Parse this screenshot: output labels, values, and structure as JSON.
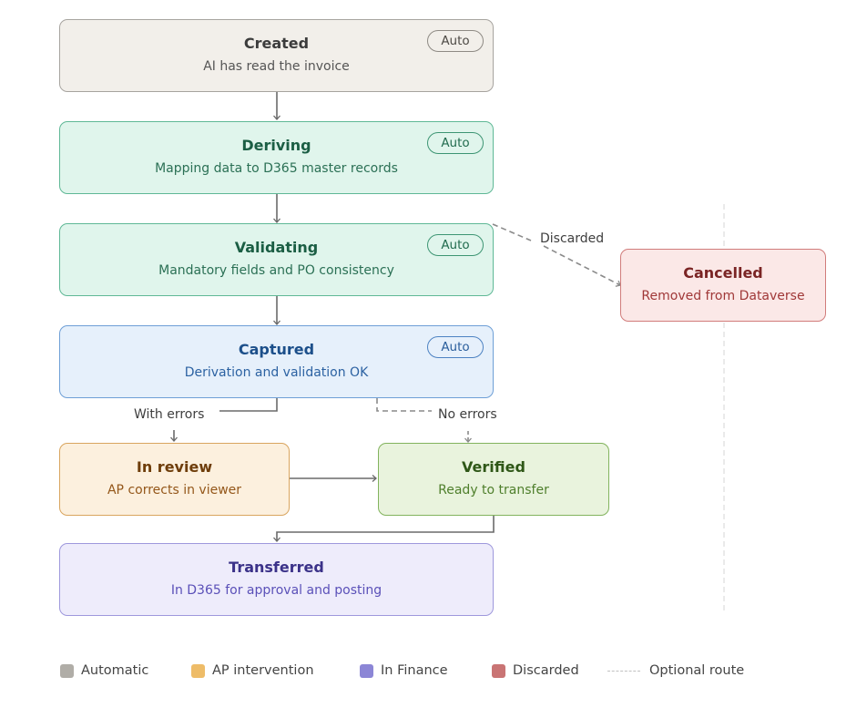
{
  "nodes": {
    "created": {
      "title": "Created",
      "subtitle": "AI has read the invoice",
      "badge": "Auto"
    },
    "deriving": {
      "title": "Deriving",
      "subtitle": "Mapping data to D365 master records",
      "badge": "Auto"
    },
    "validating": {
      "title": "Validating",
      "subtitle": "Mandatory fields and PO consistency",
      "badge": "Auto"
    },
    "captured": {
      "title": "Captured",
      "subtitle": "Derivation and validation OK",
      "badge": "Auto"
    },
    "cancelled": {
      "title": "Cancelled",
      "subtitle": "Removed from Dataverse"
    },
    "in_review": {
      "title": "In review",
      "subtitle": "AP corrects in viewer"
    },
    "verified": {
      "title": "Verified",
      "subtitle": "Ready to transfer"
    },
    "transferred": {
      "title": "Transferred",
      "subtitle": "In D365 for approval and posting"
    }
  },
  "edge_labels": {
    "discarded": "Discarded",
    "with_errors": "With errors",
    "no_errors": "No errors"
  },
  "legend": {
    "automatic": "Automatic",
    "ap_intervention": "AP intervention",
    "in_finance": "In Finance",
    "discarded": "Discarded",
    "optional_route": "Optional route"
  },
  "colors": {
    "automatic": "#b0ada7",
    "ap_intervention": "#eebc68",
    "in_finance": "#8c86d6",
    "discarded": "#c97474"
  }
}
